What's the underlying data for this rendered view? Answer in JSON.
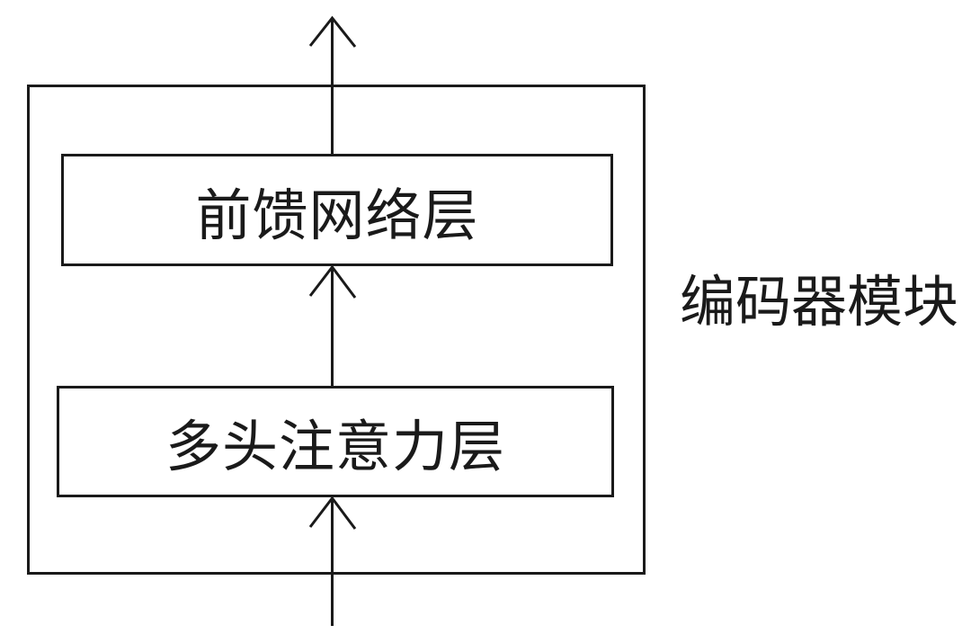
{
  "diagram": {
    "module_label": "编码器模块",
    "blocks": [
      {
        "id": "feed-forward-layer",
        "label": "前馈网络层"
      },
      {
        "id": "multi-head-attention-layer",
        "label": "多头注意力层"
      }
    ],
    "arrows": [
      {
        "id": "module-output-arrow",
        "direction": "up",
        "from": "feed-forward-layer",
        "to": "outside-top"
      },
      {
        "id": "ffn-input-arrow",
        "direction": "up",
        "from": "multi-head-attention-layer",
        "to": "feed-forward-layer"
      },
      {
        "id": "module-input-arrow",
        "direction": "up",
        "from": "outside-bottom",
        "to": "multi-head-attention-layer"
      }
    ],
    "colors": {
      "line": "#1a1a1a",
      "text": "#1a1a1a",
      "background": "#ffffff"
    }
  }
}
